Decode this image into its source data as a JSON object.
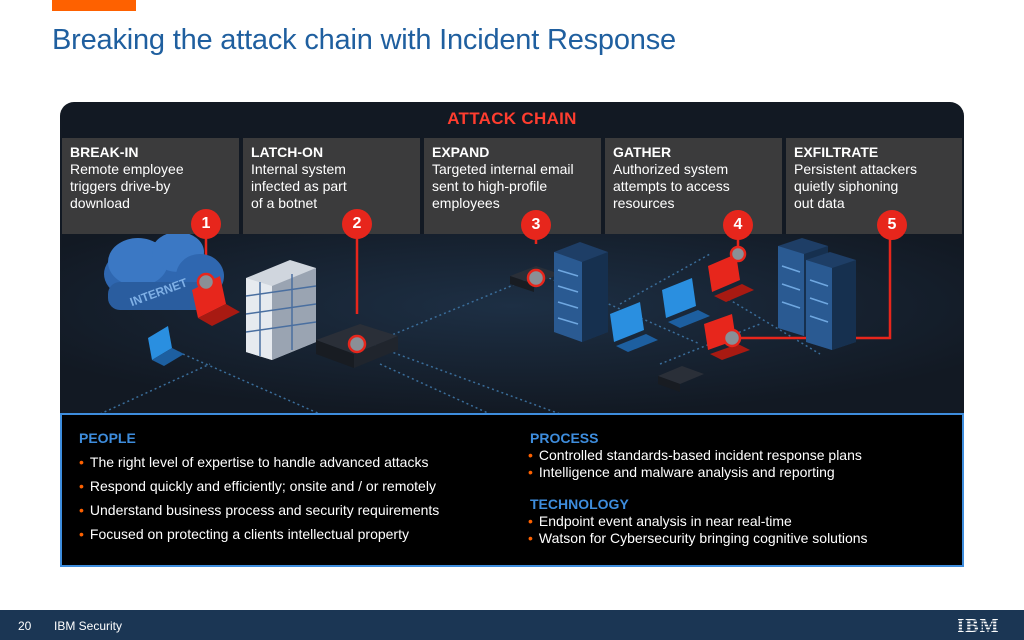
{
  "slide": {
    "title": "Breaking the attack chain with Incident Response",
    "colors": {
      "accent": "#fe6100",
      "title": "#1f5f9f",
      "highlight": "#e7261c",
      "info_blue": "#3e8ddd",
      "footer": "#1b3654"
    }
  },
  "attack_chain": {
    "header": "ATTACK CHAIN",
    "stages": [
      {
        "name": "BREAK-IN",
        "description": "Remote employee\ntriggers drive-by\ndownload",
        "number": "1"
      },
      {
        "name": "LATCH-ON",
        "description": "Internal system\ninfected as part\nof a botnet",
        "number": "2"
      },
      {
        "name": "EXPAND",
        "description": "Targeted internal email\nsent to high-profile\nemployees",
        "number": "3"
      },
      {
        "name": "GATHER",
        "description": "Authorized system\nattempts to access\nresources",
        "number": "4"
      },
      {
        "name": "EXFILTRATE",
        "description": "Persistent attackers\nquietly siphoning\nout data",
        "number": "5"
      }
    ],
    "scene": {
      "cloud_label": "INTERNET",
      "icons": [
        "cloud-icon",
        "laptop-icon",
        "firewall-icon",
        "router-icon",
        "server-rack-icon",
        "monitor-icon"
      ]
    }
  },
  "people": {
    "heading": "PEOPLE",
    "items": [
      "The right level of expertise to handle advanced attacks",
      "Respond quickly and efficiently; onsite and / or remotely",
      "Understand business process and security requirements",
      "Focused on protecting a clients intellectual property"
    ]
  },
  "process": {
    "heading": "PROCESS",
    "items": [
      "Controlled standards-based incident response plans",
      "Intelligence and malware analysis and reporting"
    ]
  },
  "technology": {
    "heading": "TECHNOLOGY",
    "items": [
      "Endpoint event analysis in near real-time",
      "Watson for Cybersecurity bringing cognitive solutions"
    ]
  },
  "footer": {
    "page_number": "20",
    "text": "IBM Security",
    "logo": "IBM"
  }
}
